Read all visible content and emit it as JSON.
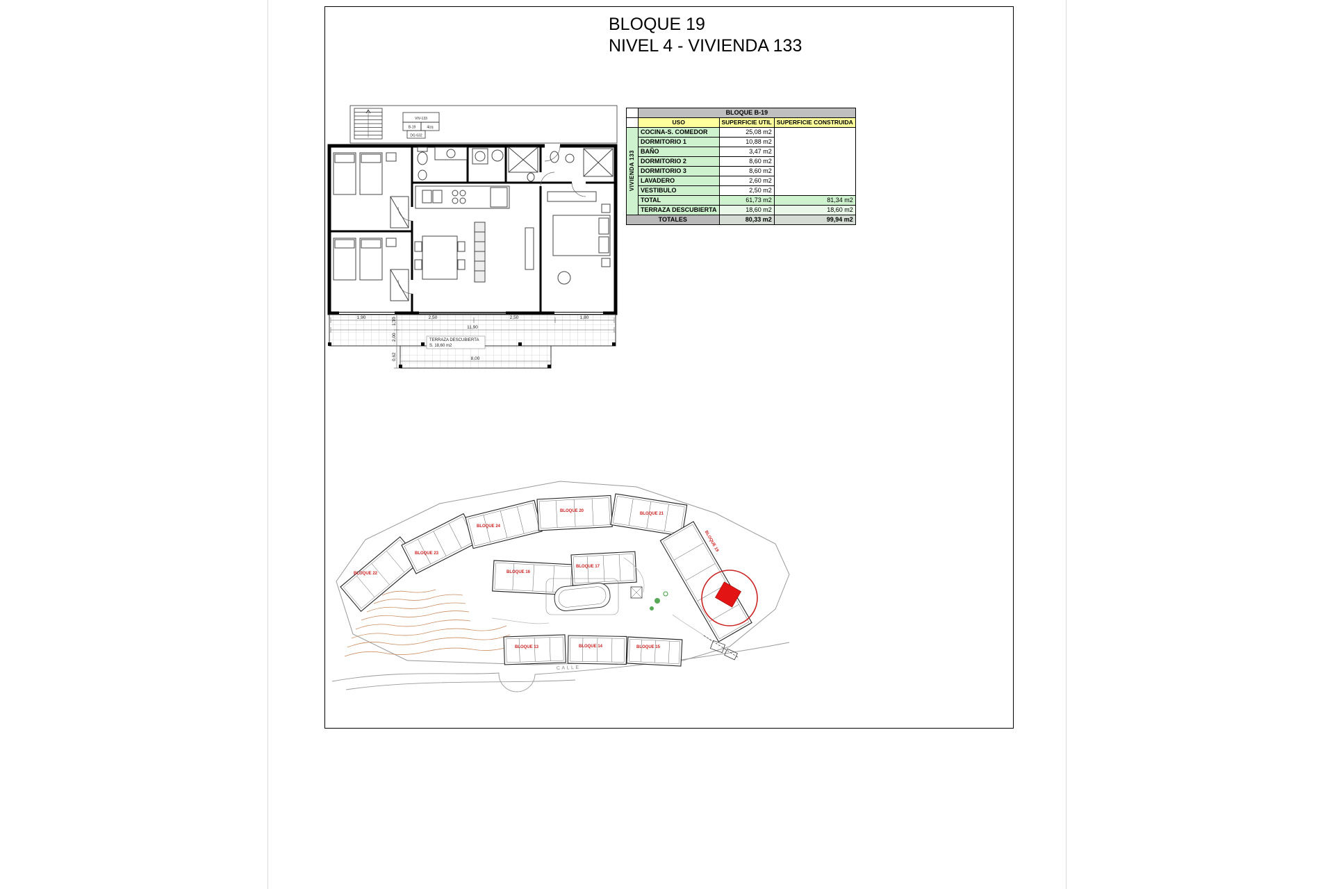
{
  "title": {
    "line1": "BLOQUE 19",
    "line2": "NIVEL 4 - VIVIENDA 133"
  },
  "table": {
    "block_header": "BLOQUE B-19",
    "col_uso": "USO",
    "col_util": "SUPERFICIE UTIL",
    "col_construida": "SUPERFICIE CONSTRUIDA",
    "vivienda_label": "VIVIENDA 133",
    "rows": [
      {
        "uso": "COCINA-S. COMEDOR",
        "util": "25,08 m2"
      },
      {
        "uso": "DORMITORIO 1",
        "util": "10,88 m2"
      },
      {
        "uso": "BAÑO",
        "util": "3,47 m2"
      },
      {
        "uso": "DORMITORIO 2",
        "util": "8,60 m2"
      },
      {
        "uso": "DORMITORIO 3",
        "util": "8,60 m2"
      },
      {
        "uso": "LAVADERO",
        "util": "2,60 m2"
      },
      {
        "uso": "VESTIBULO",
        "util": "2,50 m2"
      },
      {
        "uso": "TOTAL",
        "util": "61,73 m2",
        "construida": "81,34 m2"
      },
      {
        "uso": "TERRAZA DESCUBIERTA",
        "util": "18,60 m2",
        "construida": "18,60 m2"
      }
    ],
    "totales": {
      "label": "TOTALES",
      "util": "80,33 m2",
      "construida": "99,94 m2"
    }
  },
  "floorplan": {
    "tag": [
      "VIV-133",
      "B-19",
      "4izq",
      "DG 632"
    ],
    "terraza_line1": "TERRAZA DESCUBIERTA",
    "terraza_line2": "S. 18,60 m2",
    "dims": [
      "1,90",
      "2,50",
      "2,50",
      "1,80",
      "11,90",
      "8,00",
      "1,10",
      "2,00",
      "0,62"
    ]
  },
  "siteplan": {
    "blocks": [
      "BLOQUE 22",
      "BLOQUE 23",
      "BLOQUE 24",
      "BLOQUE 20",
      "BLOQUE 21",
      "BLOQUE 16",
      "BLOQUE 17",
      "BLOQUE 13",
      "BLOQUE 14",
      "BLOQUE 15",
      "BLOQUE 19"
    ],
    "street_label": "CALLE",
    "highlight_color": "#e31414"
  },
  "colors": {
    "accent_red": "#cc2222",
    "table_green": "#cdf2cd",
    "table_yellow": "#ffff9c",
    "table_gray": "#bfbfbf"
  }
}
